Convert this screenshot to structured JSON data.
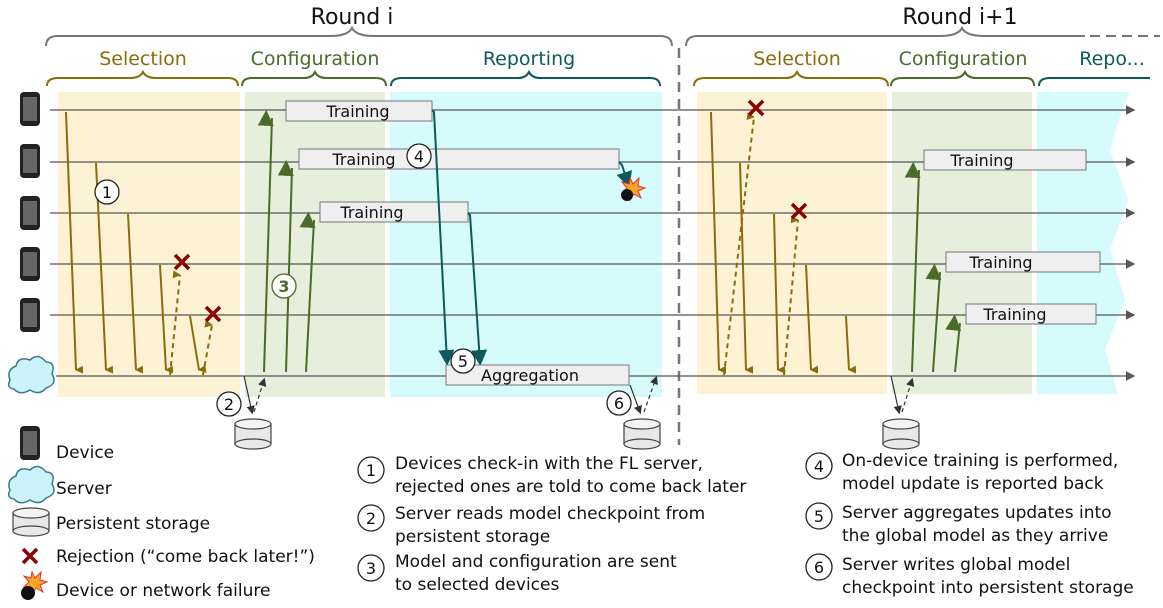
{
  "rounds": {
    "round_i": "Round i",
    "round_next": "Round i+1"
  },
  "phases": {
    "selection": "Selection",
    "configuration": "Configuration",
    "reporting": "Reporting",
    "reporting_short": "Repo..."
  },
  "task_labels": {
    "training": "Training",
    "aggregation": "Aggregation"
  },
  "step_markers": {
    "s1": "1",
    "s2": "2",
    "s3": "3",
    "s4": "4",
    "s5": "5",
    "s6": "6"
  },
  "legend": {
    "device": "Device",
    "server": "Server",
    "storage": "Persistent storage",
    "rejection": "Rejection (“come back later!”)",
    "failure": "Device or network failure"
  },
  "notes": {
    "n1_line1": "Devices check-in with the FL server,",
    "n1_line2": "rejected ones are told to come back later",
    "n2_line1": "Server reads model checkpoint from",
    "n2_line2": "persistent storage",
    "n3_line1": "Model and configuration are sent",
    "n3_line2": "to selected devices",
    "n4_line1": "On-device training is performed,",
    "n4_line2": "model update is reported back",
    "n5_line1": "Server aggregates updates into",
    "n5_line2": "the global model as they arrive",
    "n6_line1": "Server writes global model",
    "n6_line2": "checkpoint into persistent storage"
  },
  "colors": {
    "selection": "#8a6d0b",
    "selection_bg": "#fdf3d4",
    "configuration": "#4a6b2a",
    "configuration_bg": "#e6eedc",
    "reporting": "#0e5a5a",
    "reporting_bg": "#d6fbfd",
    "rejection": "#8b0000",
    "timeline": "#555555"
  }
}
